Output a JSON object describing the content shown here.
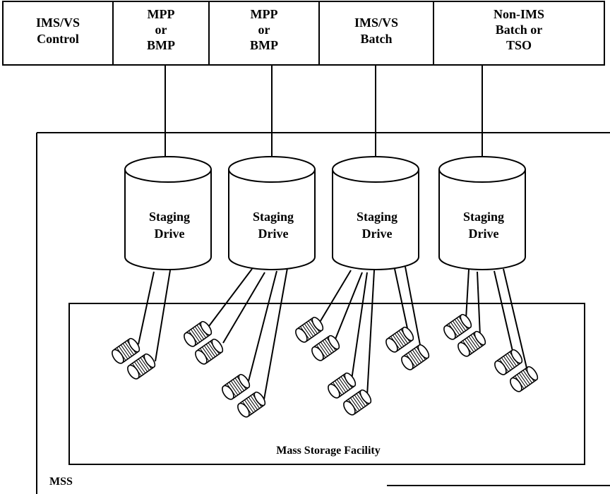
{
  "top_row": [
    {
      "lines": [
        "IMS/VS",
        "Control"
      ]
    },
    {
      "lines": [
        "MPP",
        "or",
        "BMP"
      ]
    },
    {
      "lines": [
        "MPP",
        "or",
        "BMP"
      ]
    },
    {
      "lines": [
        "IMS/VS",
        "Batch"
      ]
    },
    {
      "lines": [
        "Non-IMS",
        "Batch or",
        "TSO"
      ]
    }
  ],
  "staging_drives": [
    {
      "lines": [
        "Staging",
        "Drive"
      ],
      "cartridges": 2
    },
    {
      "lines": [
        "Staging",
        "Drive"
      ],
      "cartridges": 4
    },
    {
      "lines": [
        "Staging",
        "Drive"
      ],
      "cartridges": 6
    },
    {
      "lines": [
        "Staging",
        "Drive"
      ],
      "cartridges": 4
    }
  ],
  "mass_storage_facility_label": "Mass Storage Facility",
  "mss_label": "MSS",
  "icons": {
    "cartridge": "data-cartridge-icon",
    "staging_drive": "disk-cylinder-icon"
  }
}
